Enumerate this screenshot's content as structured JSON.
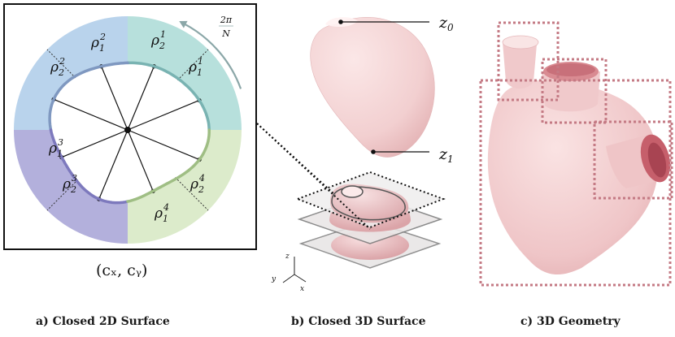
{
  "panel_a": {
    "caption": "a) Closed 2D Surface",
    "center_label": "(cₓ, cᵧ)",
    "angle_label_num": "2π",
    "angle_label_den": "N",
    "rho": [
      {
        "sub": "1",
        "sup": "2"
      },
      {
        "sub": "2",
        "sup": "2"
      },
      {
        "sub": "2",
        "sup": "1"
      },
      {
        "sub": "1",
        "sup": "1"
      },
      {
        "sub": "1",
        "sup": "3"
      },
      {
        "sub": "2",
        "sup": "3"
      },
      {
        "sub": "1",
        "sup": "4"
      },
      {
        "sub": "2",
        "sup": "4"
      }
    ],
    "rho_symbol": "ρ",
    "quadrant_colors": [
      "#b9d3ec",
      "#b7e0dc",
      "#b3b0dc",
      "#dcebcb"
    ],
    "curve_colors": [
      "#7f98c0",
      "#79b3b2",
      "#7d79bd",
      "#9fbe84"
    ]
  },
  "panel_b": {
    "caption": "b) Closed 3D Surface",
    "z0_label_main": "z",
    "z0_label_sub": "0",
    "z1_label_main": "z",
    "z1_label_sub": "1",
    "axes": {
      "z": "z",
      "y": "y",
      "x": "x"
    }
  },
  "panel_c": {
    "caption": "c) 3D Geometry",
    "box_color": "#c47a84"
  },
  "surface_color": "#f4d3d4"
}
